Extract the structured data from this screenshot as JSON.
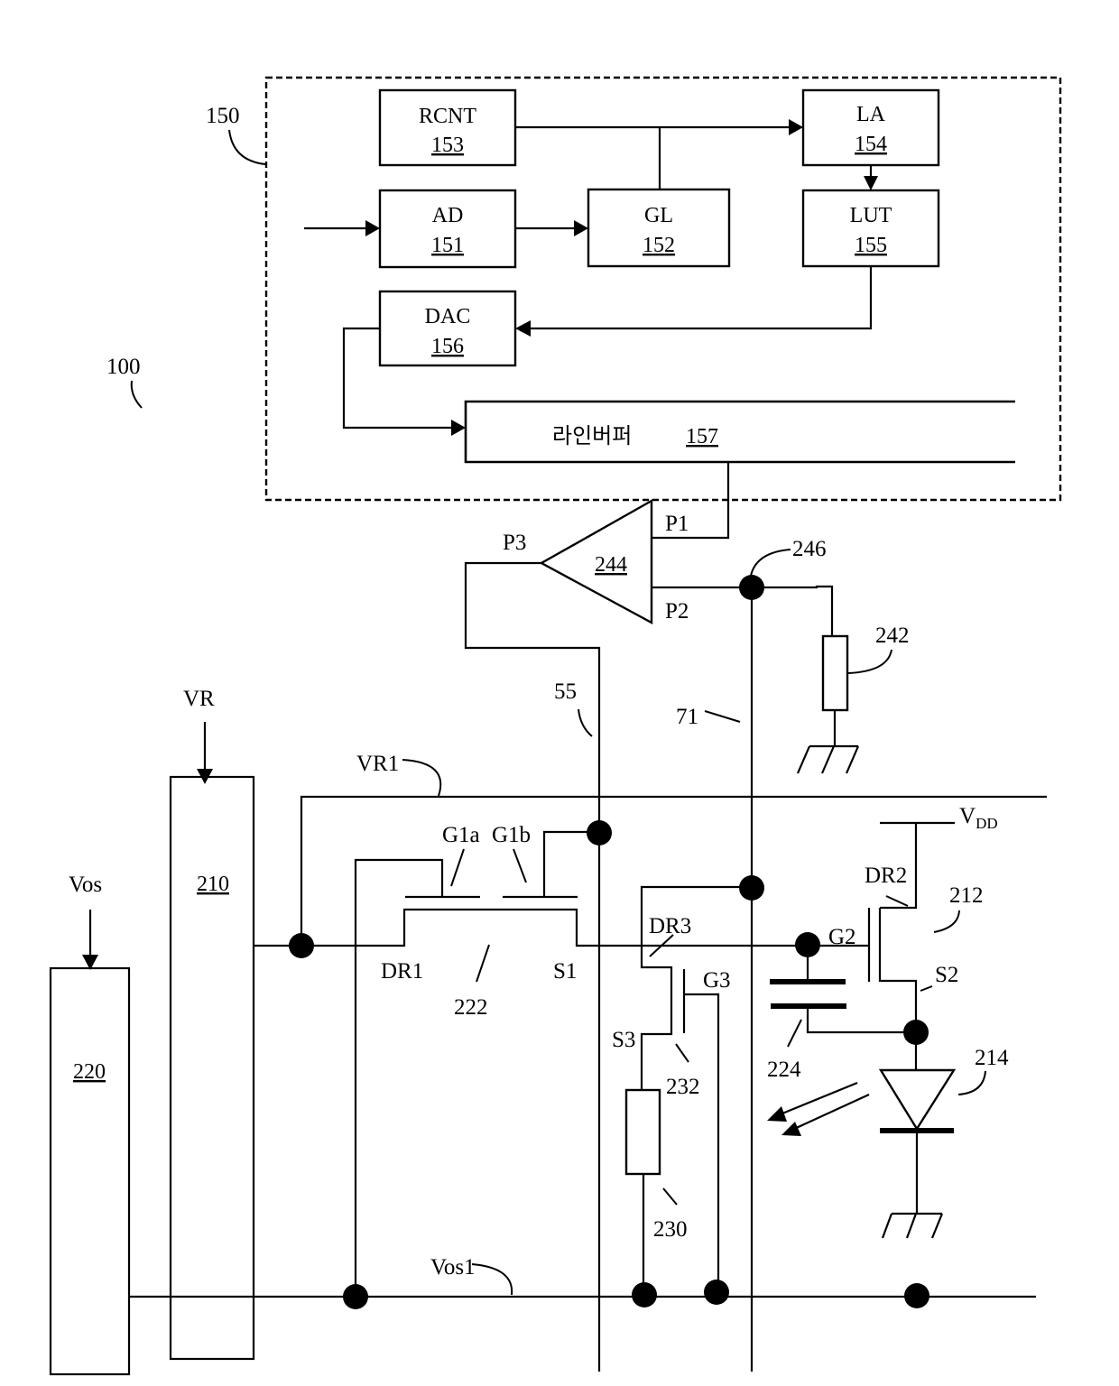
{
  "figure": {
    "system_ref": "100",
    "controller": {
      "ref": "150",
      "blocks": {
        "rcnt": {
          "name": "RCNT",
          "ref": "153"
        },
        "la": {
          "name": "LA",
          "ref": "154"
        },
        "ad": {
          "name": "AD",
          "ref": "151"
        },
        "gl": {
          "name": "GL",
          "ref": "152"
        },
        "lut": {
          "name": "LUT",
          "ref": "155"
        },
        "dac": {
          "name": "DAC",
          "ref": "156"
        },
        "line_buffer": {
          "name": "라인버퍼",
          "ref": "157"
        }
      }
    },
    "amplifier": {
      "ref": "244",
      "pins": {
        "p1": "P1",
        "p2": "P2",
        "p3": "P3"
      }
    },
    "node_246": "246",
    "resistor_242": "242",
    "line_55": "55",
    "line_71": "71",
    "supply_vr": {
      "label": "VR",
      "ref": "210"
    },
    "supply_vos": {
      "label": "Vos",
      "ref": "220"
    },
    "rail_vr1": "VR1",
    "rail_vos1": "Vos1",
    "transistor_222": {
      "ref": "222",
      "gates": [
        "G1a",
        "G1b"
      ],
      "drain": "DR1",
      "source": "S1"
    },
    "transistor_212": {
      "ref": "212",
      "gate": "G2",
      "drain": "DR2",
      "source": "S2"
    },
    "transistor_232": {
      "ref": "232",
      "gate": "G3",
      "drain": "DR3",
      "source": "S3"
    },
    "capacitor_224": "224",
    "resistor_230": "230",
    "oled_214": "214",
    "vdd": {
      "main": "V",
      "sub": "DD"
    }
  }
}
